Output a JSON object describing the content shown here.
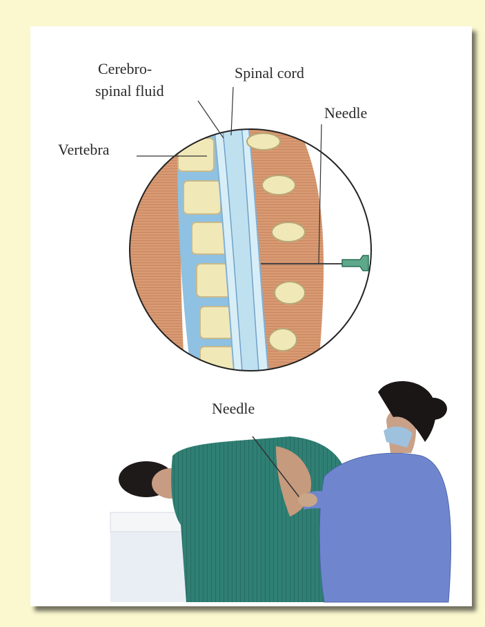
{
  "labels": {
    "csf_line1": "Cerebro-",
    "csf_line2": "spinal fluid",
    "spinal_cord": "Spinal cord",
    "needle_top": "Needle",
    "vertebra": "Vertebra",
    "needle_bottom": "Needle"
  },
  "colors": {
    "page_background": "#fbf8cf",
    "muscle": "#d89a72",
    "bone": "#f1e8b8",
    "disc": "#7fb0d8",
    "cord": "#bfe0ef",
    "drape": "#2f7f74",
    "gown": "#6f86cf"
  }
}
